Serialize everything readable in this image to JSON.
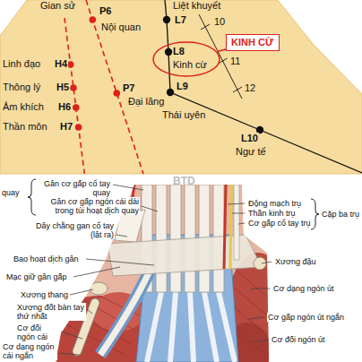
{
  "diagram": {
    "nodes": [
      {
        "text": [
          "KINH CỪ"
        ]
      },
      {
        "text": [
          "L8",
          "Kinh cừ"
        ]
      }
    ],
    "edges": [
      {
        "from": 0,
        "to": 1,
        "arrow": "none"
      }
    ],
    "labels": [
      "Gian sử",
      "Liệt khuyết",
      "P6",
      "L7",
      "10",
      "Nội quan",
      "Linh đạo",
      "H4",
      "11",
      "Thông lý",
      "H5",
      "P7",
      "L9",
      "12",
      "Âm khích",
      "H6",
      "Đại lăng",
      "Thái uyên",
      "Thần môn",
      "H7",
      "L10",
      "Ngư tế",
      "BTD",
      "quay",
      "Gân cơ gấp cổ tay quay",
      "Gân cơ gấp ngón cái dài trong túi hoạt dịch quay",
      "Động mạch trụ",
      "Thần kinh trụ",
      "Cặp ba trụ",
      "Cơ gấp cổ tay trụ",
      "Dây chằng gan cổ tay (lật ra)",
      "Bao hoạt dịch gân",
      "Xương đậu",
      "Mạc giữ gân gấp",
      "Cơ dạng ngón út",
      "Xương thang",
      "Xương đốt bàn tay thứ nhất",
      "Cơ gấp ngón út ngắn",
      "Cơ đối ngón cái",
      "Cơ đối ngón út",
      "Cơ dạng ngón cái ngắn"
    ]
  }
}
